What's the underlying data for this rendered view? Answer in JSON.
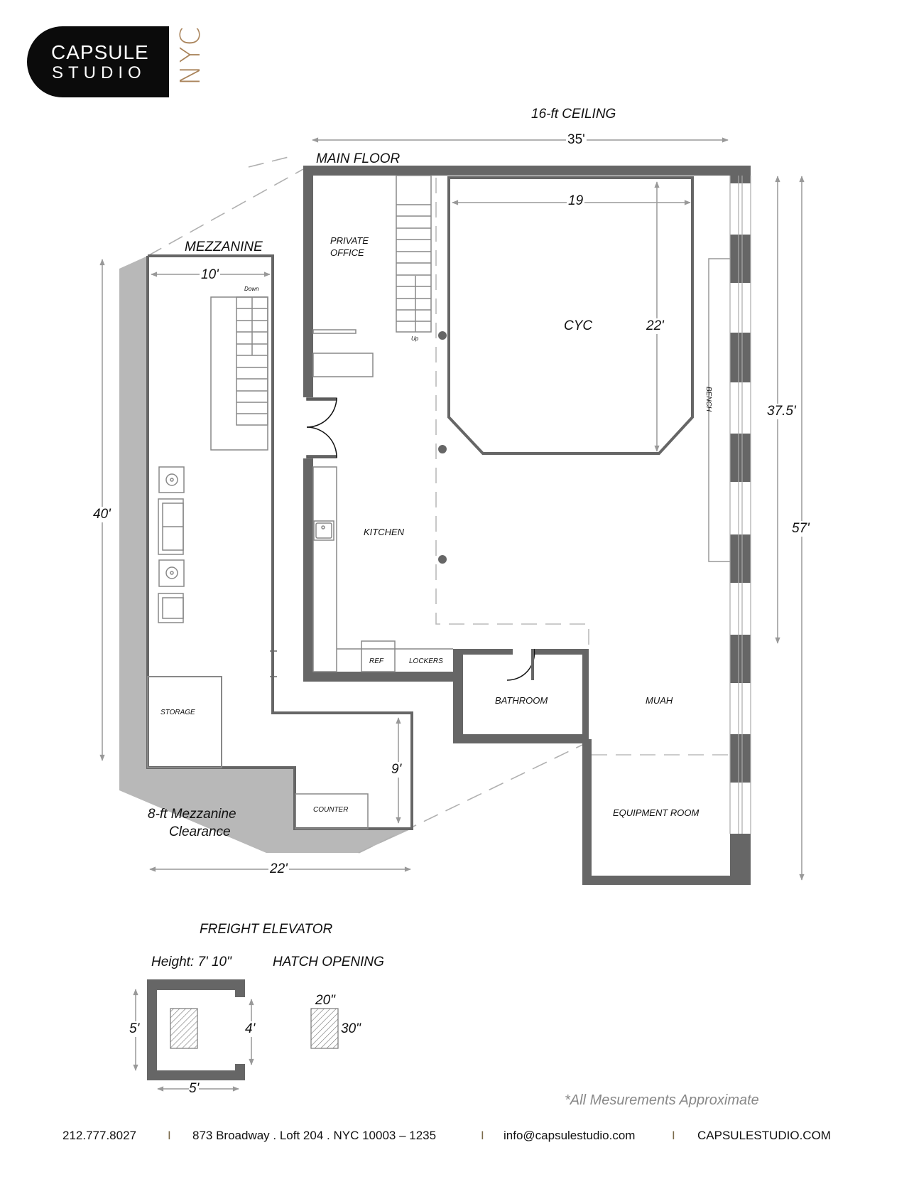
{
  "logo": {
    "line1": "CAPSULE",
    "line2": "STUDIO",
    "city": "NYC",
    "accent_color": "#a9835a"
  },
  "plan": {
    "ceiling_label": "16-ft CEILING",
    "main_floor_label": "MAIN FLOOR",
    "mezzanine_label": "MEZZANINE",
    "mezzanine_clearance_line1": "8-ft Mezzanine",
    "mezzanine_clearance_line2": "Clearance",
    "dimensions": {
      "main_width": "35'",
      "cyc_width": "19",
      "cyc_depth": "22'",
      "window_wall": "37.5'",
      "total_depth": "57'",
      "mezzanine_width": "10'",
      "mezzanine_depth": "40'",
      "mezzanine_total_width": "22'",
      "counter_depth": "9'"
    },
    "rooms": {
      "private_office_line1": "PRIVATE",
      "private_office_line2": "OFFICE",
      "cyc": "CYC",
      "kitchen": "KITCHEN",
      "bench": "BENCH",
      "ref": "REF",
      "lockers": "LOCKERS",
      "bathroom": "BATHROOM",
      "muah": "MUAH",
      "equipment_room": "EQUIPMENT ROOM",
      "storage": "STORAGE",
      "counter": "COUNTER"
    },
    "stairs": {
      "down": "Down",
      "up": "Up"
    },
    "wall_color": "#666666",
    "mezzanine_shade_color": "#b8b8b8",
    "dimension_line_color": "#999999"
  },
  "elevator": {
    "title": "FREIGHT ELEVATOR",
    "height_label": "Height: 7' 10\"",
    "hatch_title": "HATCH OPENING",
    "depth": "5'",
    "door_width": "4'",
    "width": "5'",
    "hatch_width": "20\"",
    "hatch_height": "30\""
  },
  "note": "*All Mesurements Approximate",
  "footer": {
    "phone": "212.777.8027",
    "address": "873 Broadway . Loft 204 . NYC 10003 – 1235",
    "email": "info@capsulestudio.com",
    "website": "CAPSULESTUDIO.COM",
    "separator": "I"
  }
}
